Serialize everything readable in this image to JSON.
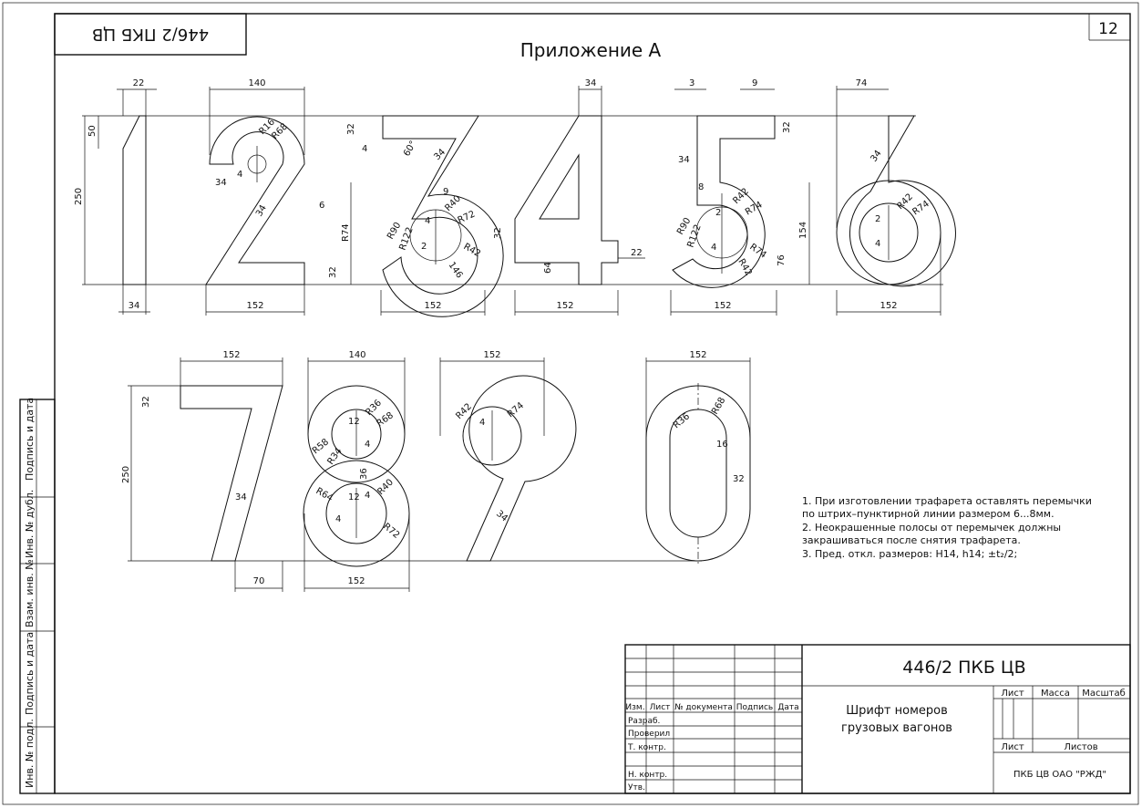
{
  "sheet": {
    "page_number": "12",
    "stamp_mirrored": "446/2 ПКБ ЦВ",
    "appendix_title": "Приложение А"
  },
  "side_labels": [
    "Подпись и дата",
    "Инв. № дубл.",
    "Взам. инв. №",
    "Подпись и дата",
    "Инв. № подл."
  ],
  "top_row": {
    "dims_top": [
      "22",
      "140",
      "34",
      "3",
      "9",
      "74"
    ],
    "dims_bottom": [
      "34",
      "152",
      "152",
      "152",
      "152",
      "152"
    ],
    "misc": [
      "250",
      "50",
      "32",
      "4",
      "60°",
      "34",
      "R16",
      "R68",
      "34",
      "4",
      "34",
      "6",
      "32",
      "9",
      "4",
      "R40",
      "R72",
      "R90",
      "R122",
      "2",
      "R74",
      "R42",
      "146",
      "32",
      "64",
      "22",
      "34",
      "8",
      "R42",
      "R74",
      "2",
      "R90",
      "R122",
      "4",
      "R74",
      "R42",
      "76",
      "154",
      "32",
      "34",
      "R42",
      "R74",
      "2",
      "4"
    ]
  },
  "bottom_row": {
    "dims_top": [
      "152",
      "140",
      "152",
      "152"
    ],
    "dims_bottom": [
      "70",
      "152"
    ],
    "misc": [
      "250",
      "32",
      "34",
      "R36",
      "R68",
      "12",
      "4",
      "R58",
      "R34",
      "36",
      "12",
      "4",
      "R64",
      "R40",
      "4",
      "R72",
      "R42",
      "4",
      "R74",
      "34",
      "R36",
      "R68",
      "16",
      "32"
    ]
  },
  "notes": [
    "1. При изготовлении трафарета оставлять перемычки",
    "по штрих–пунктирной линии размером 6...8мм.",
    "2. Неокрашенные полосы от перемычек должны",
    "закрашиваться после снятия трафарета.",
    "3. Пред. откл. размеров: H14, h14; ±t₂/2;"
  ],
  "title_block": {
    "doc_code": "446/2 ПКБ ЦВ",
    "title_line1": "Шрифт номеров",
    "title_line2": "грузовых вагонов",
    "col_headers": [
      "Изм.",
      "Лист",
      "№ документа",
      "Подпись",
      "Дата"
    ],
    "role_rows": [
      "Разраб.",
      "Проверил",
      "Т. контр.",
      "",
      "Н. контр.",
      "Утв."
    ],
    "lit_headers": [
      "Лист",
      "Масса",
      "Масштаб"
    ],
    "sheet_label": "Лист",
    "sheets_label": "Листов",
    "organization": "ПКБ ЦВ ОАО \"РЖД\""
  }
}
